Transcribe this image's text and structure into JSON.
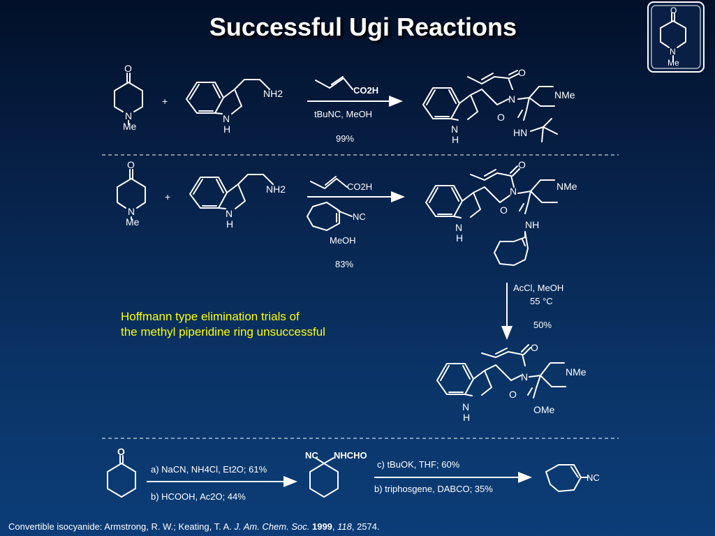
{
  "title": "Successful Ugi Reactions",
  "inset_labels": {
    "o": "O",
    "n": "N",
    "me": "Me"
  },
  "row1": {
    "ketone": {
      "o": "O",
      "n": "N",
      "me": "Me"
    },
    "plus": "+",
    "amine": {
      "nh2": "NH2",
      "n": "N",
      "h": "H"
    },
    "reagent_acid": "CO2H",
    "conditions": "tBuNC, MeOH",
    "yield": "99%",
    "product": {
      "o1": "O",
      "n": "N",
      "nme": "NMe",
      "o2": "O",
      "hn": "HN",
      "indole_n": "N",
      "indole_h": "H"
    }
  },
  "row2": {
    "ketone": {
      "o": "O",
      "n": "N",
      "me": "Me"
    },
    "plus": "+",
    "amine": {
      "nh2": "NH2",
      "n": "N",
      "h": "H"
    },
    "reagent_acid": "CO2H",
    "isocyanide": "NC",
    "solvent": "MeOH",
    "yield": "83%",
    "product": {
      "o1": "O",
      "n": "N",
      "nme": "NMe",
      "o2": "O",
      "nh": "NH",
      "indole_n": "N",
      "indole_h": "H"
    }
  },
  "step3": {
    "conditions": "AcCl, MeOH",
    "temperature": "55 °C",
    "yield": "50%",
    "product": {
      "o1": "O",
      "n": "N",
      "nme": "NMe",
      "o2": "O",
      "ome": "OMe",
      "indole_n": "N",
      "indole_h": "H"
    }
  },
  "note_lines": [
    "Hoffmann type elimination trials of",
    "the methyl piperidine ring unsuccessful"
  ],
  "bottom": {
    "ketone_o": "O",
    "step_a": "a) NaCN, NH4Cl, Et2O; 61%",
    "step_b": "b) HCOOH, Ac2O; 44%",
    "intermediate_nc": "NC",
    "intermediate_nhcho": "NHCHO",
    "step_c": "c) tBuOK, THF; 60%",
    "step_d": "b) triphosgene, DABCO; 35%",
    "product_nc": "NC"
  },
  "citation": {
    "prefix": "Convertible isocyanide: Armstrong, R. W.; Keating, T. A. ",
    "journal": "J. Am. Chem. Soc.",
    "year": "1999",
    "volume": "118",
    "pages": ", 2574."
  }
}
